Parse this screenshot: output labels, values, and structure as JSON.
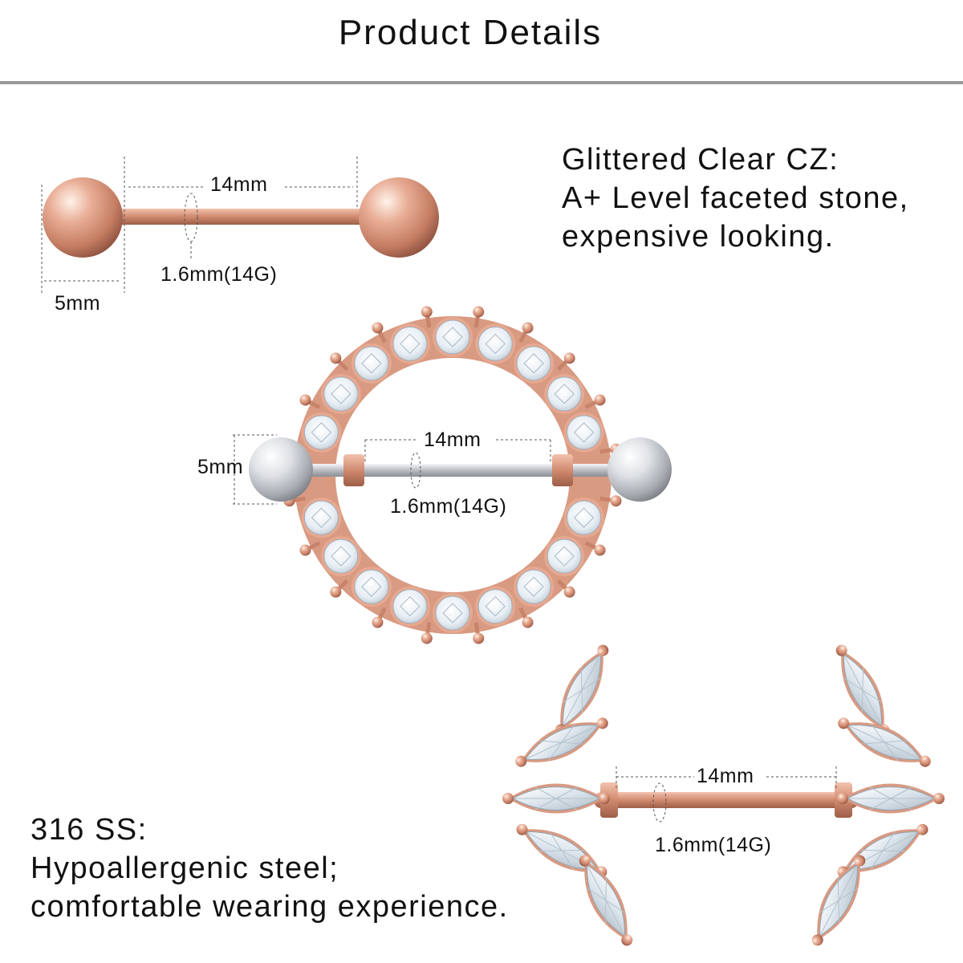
{
  "header": {
    "title": "Product Details"
  },
  "notes": {
    "stone": {
      "heading": "Glittered Clear CZ:",
      "line1": "A+ Level faceted stone,",
      "line2": "expensive looking."
    },
    "material": {
      "heading": "316 SS:",
      "line1": "Hypoallergenic steel;",
      "line2": "comfortable wearing experience."
    }
  },
  "products": {
    "barbell": {
      "length": "14mm",
      "gauge": "1.6mm(14G)",
      "ball": "5mm"
    },
    "shield": {
      "length": "14mm",
      "gauge": "1.6mm(14G)",
      "ball": "5mm"
    },
    "wings": {
      "length": "14mm",
      "gauge": "1.6mm(14G)"
    }
  },
  "colors": {
    "rose_gold": "#d9977e",
    "rose_gold_dark": "#a9654f",
    "steel": "#c9ccd1",
    "stone": "#eef3f7"
  },
  "icons": [
    "ball-end-icon",
    "cz-stone-icon",
    "marquise-stone-icon"
  ]
}
